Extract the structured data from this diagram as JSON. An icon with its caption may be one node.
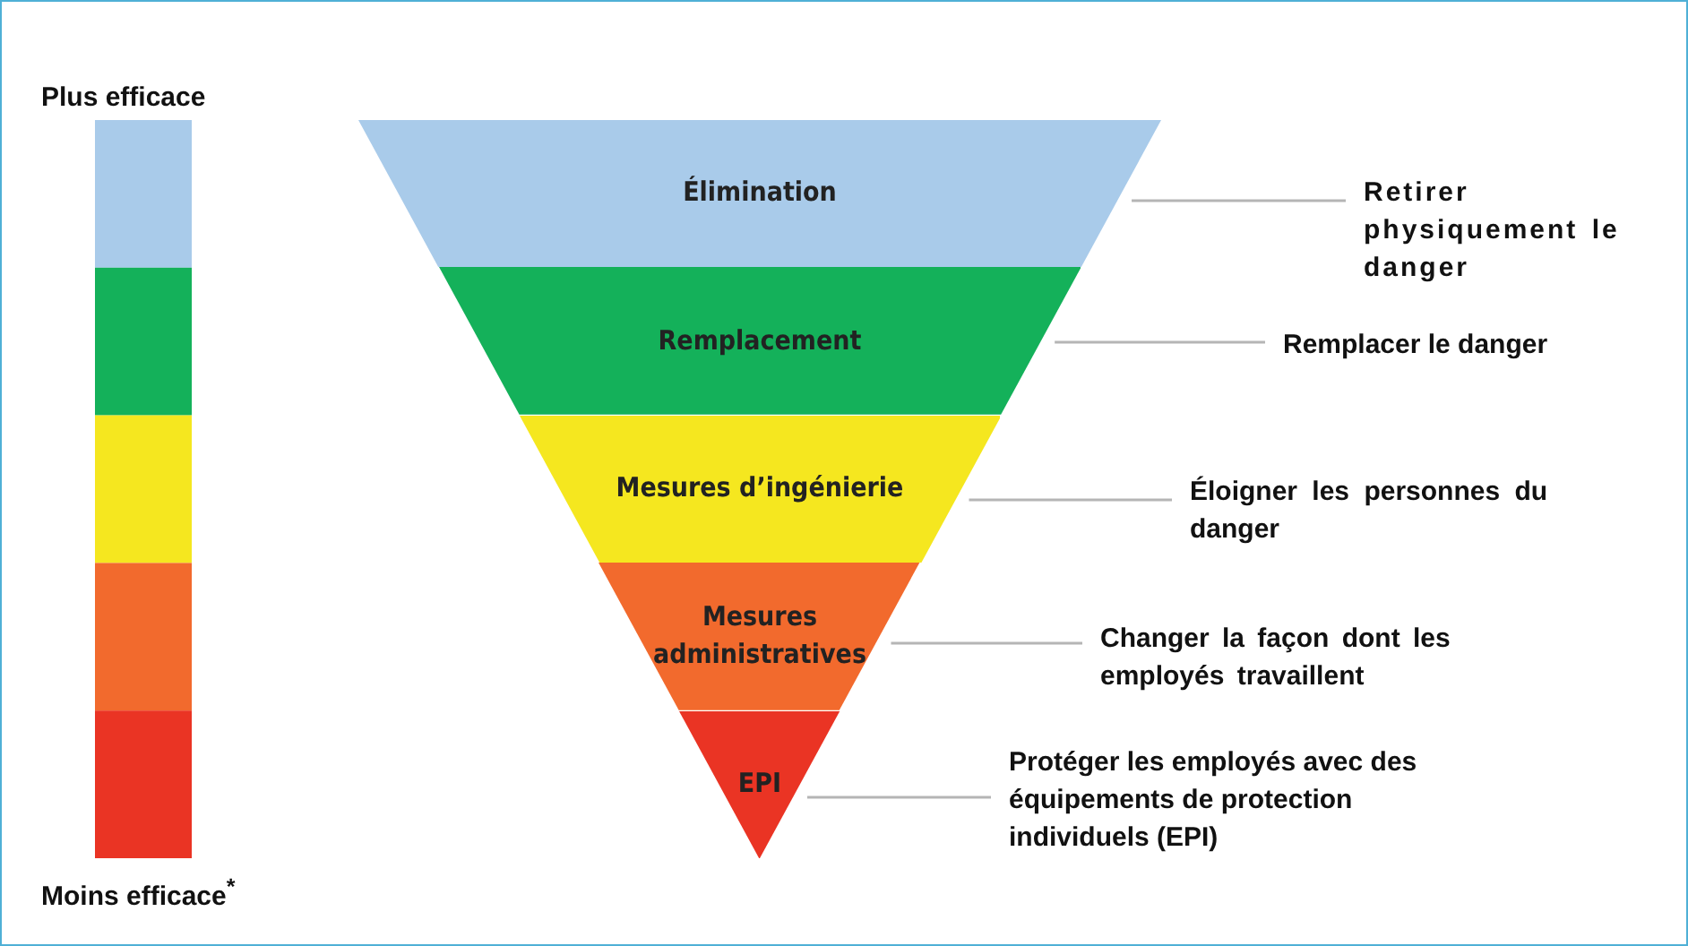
{
  "diagram": {
    "nodes": [
      {
        "text": [
          "Élimination"
        ]
      },
      {
        "text": [
          "Remplacement"
        ]
      },
      {
        "text": [
          "Mesures d’ingénierie"
        ]
      },
      {
        "text": [
          "Mesures administratives"
        ]
      },
      {
        "text": [
          "EPI"
        ]
      },
      {
        "text": [
          "Retirer physiquement le danger"
        ]
      },
      {
        "text": [
          "Remplacer le danger"
        ]
      },
      {
        "text": [
          "Éloigner les personnes du danger"
        ]
      },
      {
        "text": [
          "Changer la façon dont les employés travaillent"
        ]
      },
      {
        "text": [
          "Protéger les employés avec des équipements de protection individuels (EPI)"
        ]
      }
    ],
    "edges": [
      {
        "from": 0,
        "to": 5,
        "arrow": "none"
      },
      {
        "from": 1,
        "to": 6,
        "arrow": "none"
      },
      {
        "from": 2,
        "to": 7,
        "arrow": "none"
      },
      {
        "from": 3,
        "to": 8,
        "arrow": "none"
      },
      {
        "from": 4,
        "to": 9,
        "arrow": "none"
      }
    ],
    "labels": [
      "Plus efficace",
      "Moins efficace$^{*}$"
    ]
  }
}
